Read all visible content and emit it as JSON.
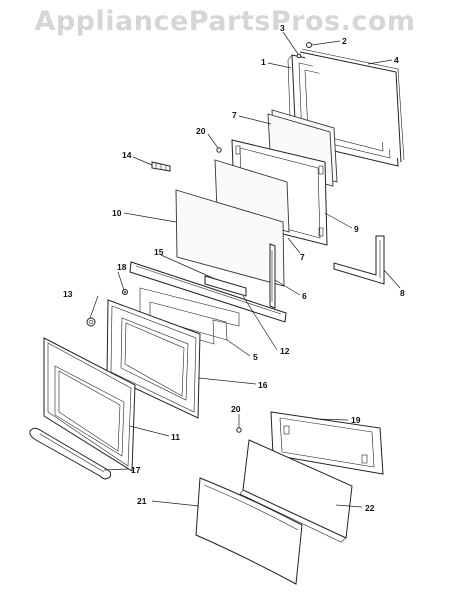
{
  "watermark": "AppliancePartsPros.com",
  "callouts": [
    "1",
    "2",
    "3",
    "4",
    "5",
    "6",
    "7",
    "8",
    "9",
    "10",
    "11",
    "12",
    "13",
    "14",
    "15",
    "16",
    "17",
    "18",
    "19",
    "20",
    "21",
    "22"
  ],
  "callouts_repeat": [
    "7",
    "20"
  ]
}
